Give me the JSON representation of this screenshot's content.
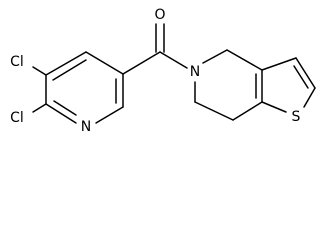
{
  "molecule": {
    "atoms": {
      "carbonyl_oxygen": "O",
      "amide_nitrogen": "N",
      "pyridine_nitrogen": "N",
      "thiophene_sulfur": "S",
      "chlorine_top": "Cl",
      "chlorine_bottom": "Cl"
    }
  },
  "colors": {
    "bond": "#000000",
    "label": "#000000",
    "background": "#ffffff"
  }
}
